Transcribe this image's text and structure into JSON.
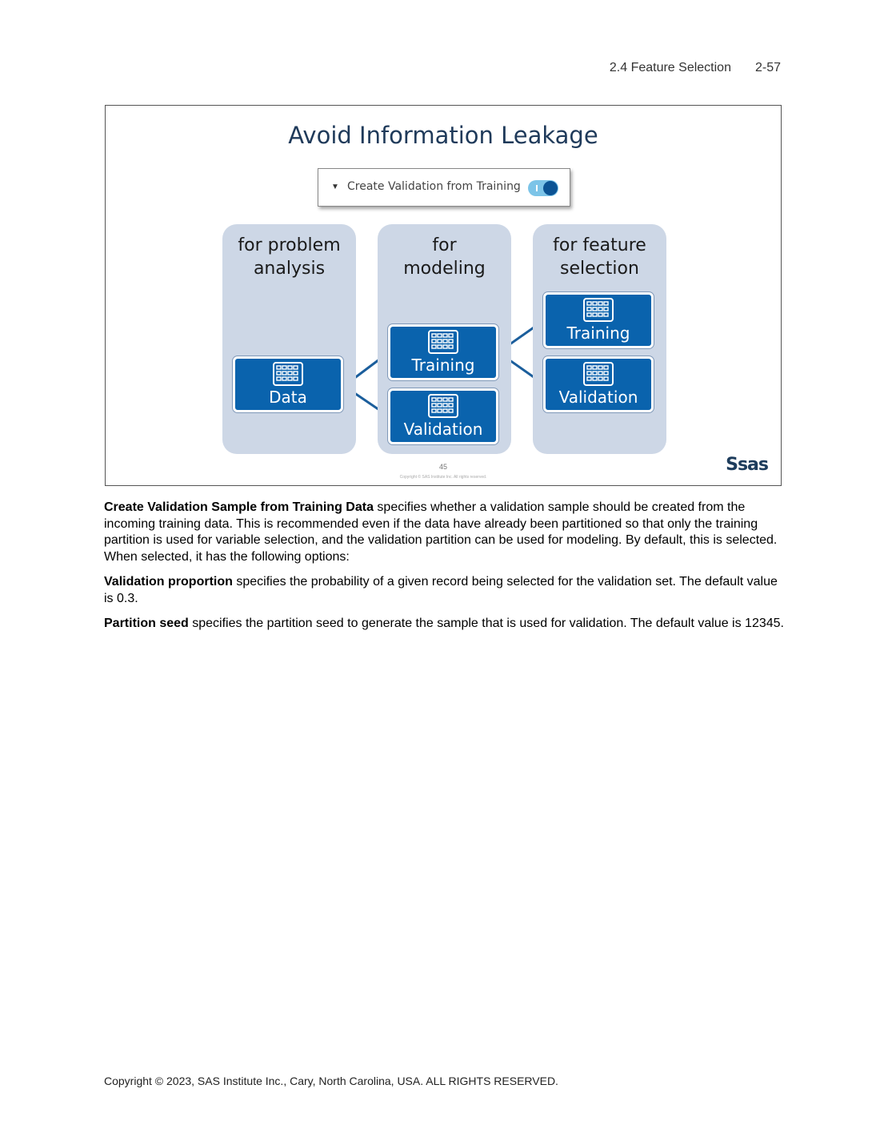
{
  "header": {
    "section": "2.4  Feature Selection",
    "page_number": "2-57"
  },
  "slide": {
    "title": "Avoid Information Leakage",
    "toggle": {
      "label": "Create Validation from Training",
      "state": "on"
    },
    "columns": [
      {
        "heading": "for problem analysis",
        "boxes": [
          "Data"
        ]
      },
      {
        "heading": "for modeling",
        "boxes": [
          "Training",
          "Validation"
        ]
      },
      {
        "heading": "for feature selection",
        "boxes": [
          "Training",
          "Validation"
        ]
      }
    ],
    "slide_number": "45",
    "copyright": "Copyright © SAS Institute Inc. All rights reserved.",
    "logo_text": "Ssas"
  },
  "paragraphs": [
    {
      "term": "Create Validation Sample from Training Data",
      "text": " specifies whether a validation sample should be created from the incoming training data. This is recommended even if the data have already been partitioned so that only the training partition is used for variable selection, and the validation partition can be used for modeling. By default, this is selected. When selected, it has the following options:"
    },
    {
      "term": "Validation proportion",
      "text": " specifies the probability of a given record being selected for the validation set. The default value is 0.3."
    },
    {
      "term": "Partition seed",
      "text": " specifies the partition seed to generate the sample that is used for validation. The default value is 12345."
    }
  ],
  "footer": "Copyright © 2023, SAS Institute Inc., Cary, North Carolina, USA. ALL RIGHTS RESERVED.",
  "colors": {
    "box_blue": "#0a63ad",
    "panel_grey_blue": "#cdd7e6",
    "title_navy": "#1f3a5a"
  }
}
